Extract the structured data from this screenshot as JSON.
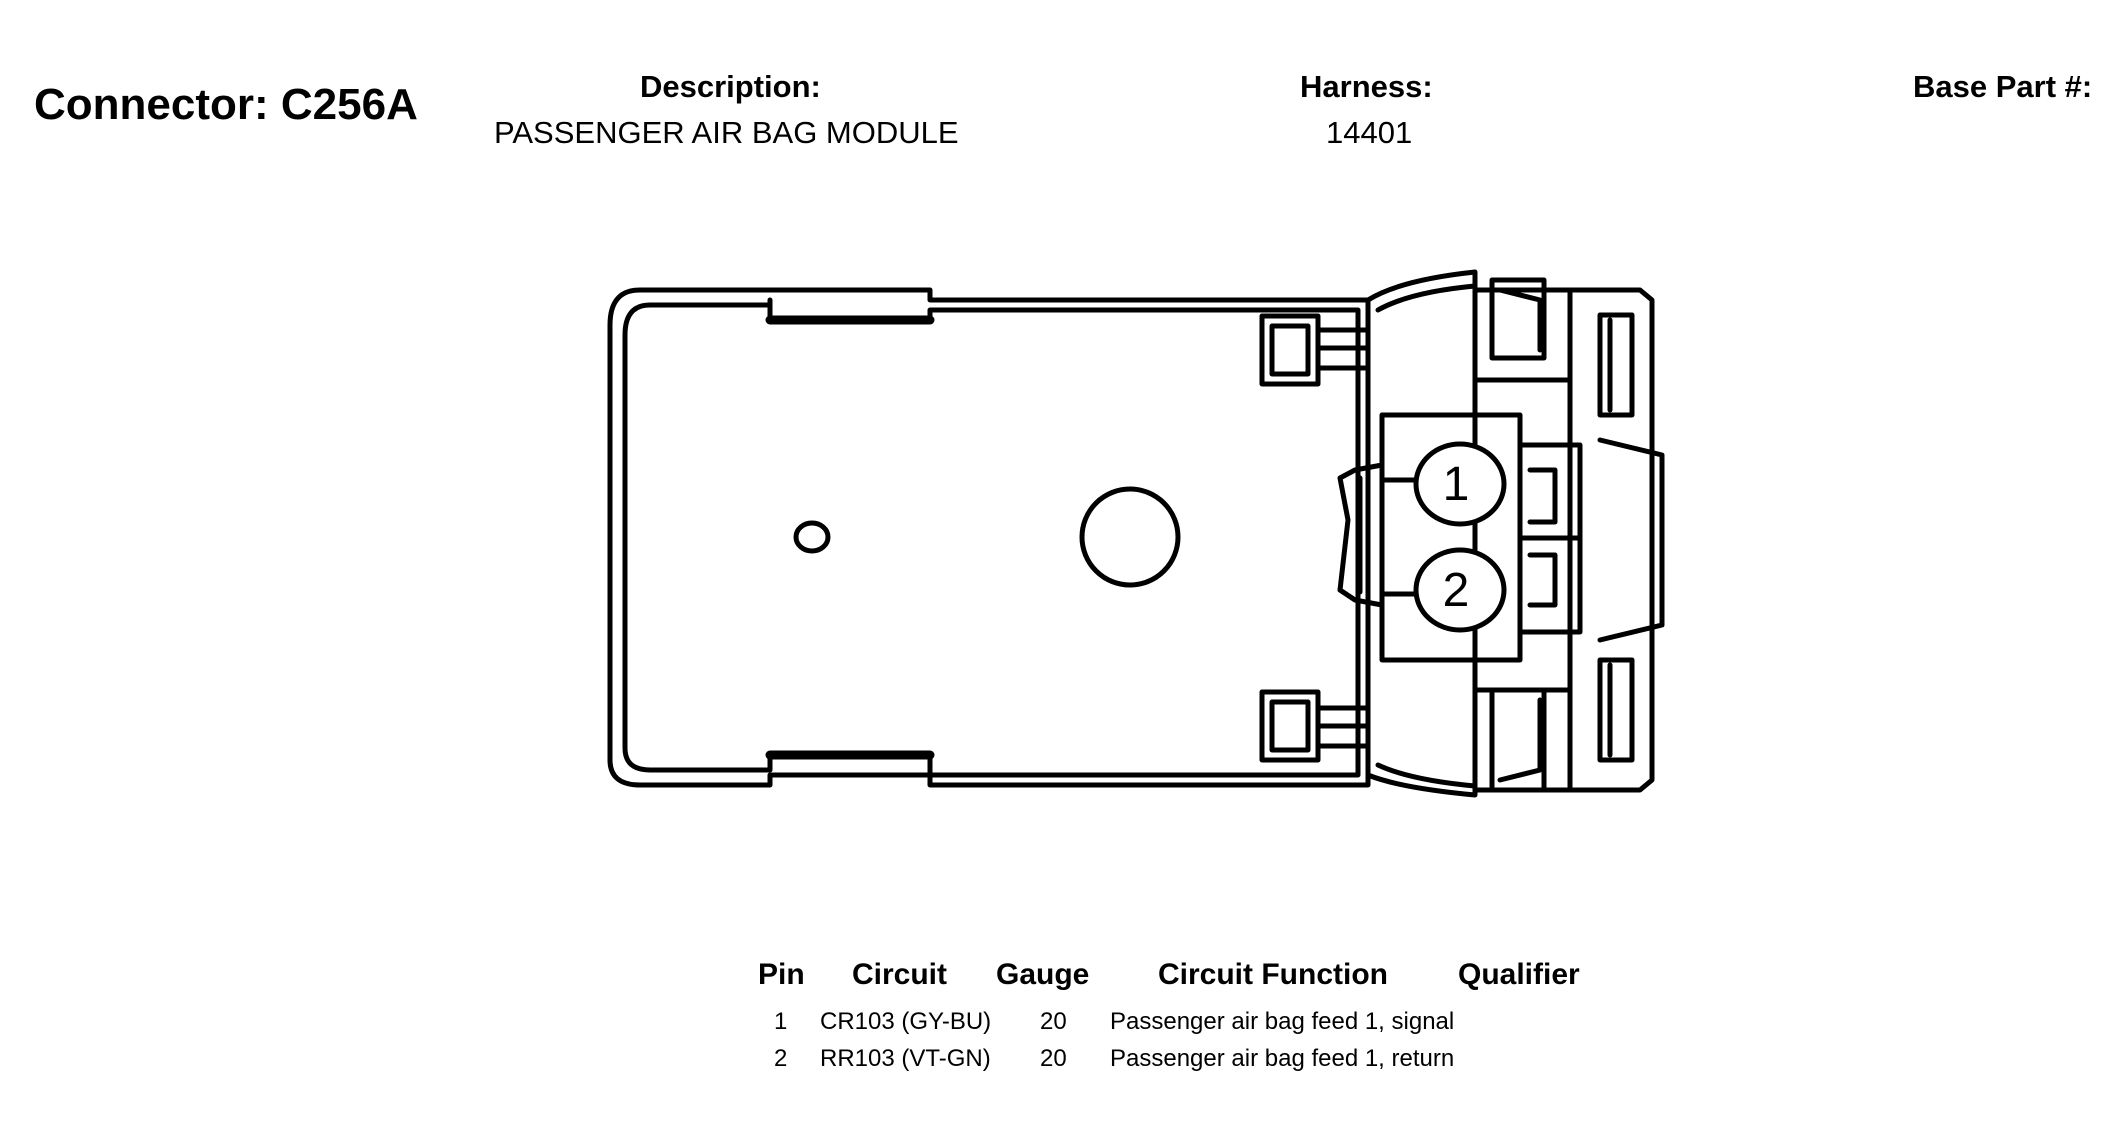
{
  "header": {
    "connector_title": "Connector: C256A",
    "description_label": "Description:",
    "description_value": "PASSENGER AIR BAG MODULE",
    "harness_label": "Harness:",
    "harness_value": "14401",
    "base_part_label": "Base Part #:"
  },
  "diagram": {
    "pin_labels": [
      "1",
      "2"
    ]
  },
  "table": {
    "headers": {
      "pin": "Pin",
      "circuit": "Circuit",
      "gauge": "Gauge",
      "function": "Circuit Function",
      "qualifier": "Qualifier"
    },
    "rows": [
      {
        "pin": "1",
        "circuit": "CR103 (GY-BU)",
        "gauge": "20",
        "function": "Passenger air bag feed 1, signal",
        "qualifier": ""
      },
      {
        "pin": "2",
        "circuit": "RR103 (VT-GN)",
        "gauge": "20",
        "function": "Passenger air bag feed 1, return",
        "qualifier": ""
      }
    ]
  }
}
